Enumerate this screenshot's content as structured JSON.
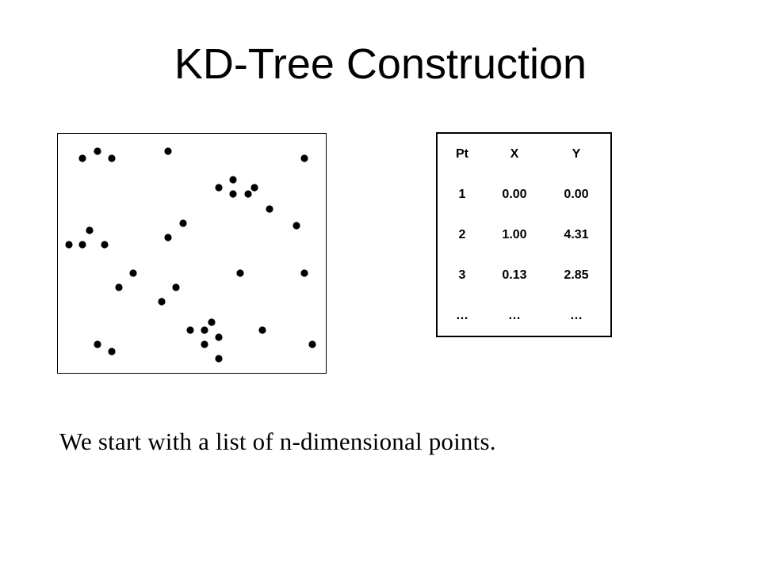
{
  "title": "KD-Tree Construction",
  "table": {
    "headers": [
      "Pt",
      "X",
      "Y"
    ],
    "rows": [
      [
        "1",
        "0.00",
        "0.00"
      ],
      [
        "2",
        "1.00",
        "4.31"
      ],
      [
        "3",
        "0.13",
        "2.85"
      ],
      [
        "…",
        "…",
        "…"
      ]
    ]
  },
  "caption": "We start with a list of n-dimensional points.",
  "colors": {
    "point": "#000000",
    "border": "#000000",
    "background": "#ffffff"
  }
}
